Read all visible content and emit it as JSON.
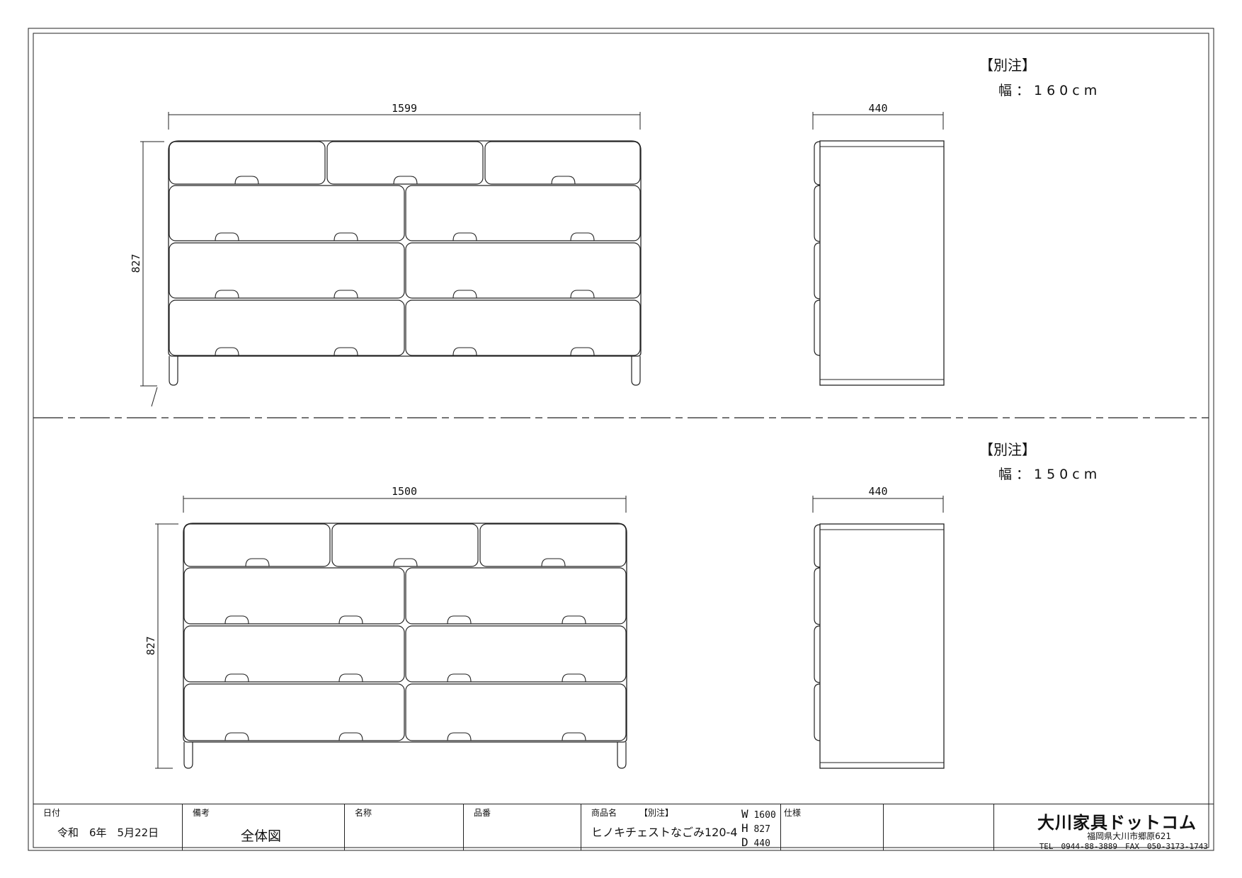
{
  "views": [
    {
      "note_title": "【別注】",
      "note_width": "幅：160cm",
      "front_width_dim": "1599",
      "height_dim": "827",
      "side_depth_dim": "440"
    },
    {
      "note_title": "【別注】",
      "note_width": "幅：150cm",
      "front_width_dim": "1500",
      "height_dim": "827",
      "side_depth_dim": "440"
    }
  ],
  "title_block": {
    "date_label": "日付",
    "date_value": "令和　6年　5月22日",
    "remarks_label": "備考",
    "remarks_value": "全体図",
    "name_label": "名称",
    "name_value": "",
    "part_no_label": "品番",
    "part_no_value": "",
    "product_label": "商品名",
    "product_tag": "【別注】",
    "product_value": "ヒノキチェストなごみ120-4",
    "w_key": "W",
    "w_value": "1600",
    "h_key": "H",
    "h_value": "827",
    "d_key": "D",
    "d_value": "440",
    "spec_label": "仕様",
    "company_name": "大川家具ドットコム",
    "company_address": "福岡県大川市郷原621",
    "company_contact": "TEL　0944-88-3889　FAX　050-3173-1743"
  }
}
